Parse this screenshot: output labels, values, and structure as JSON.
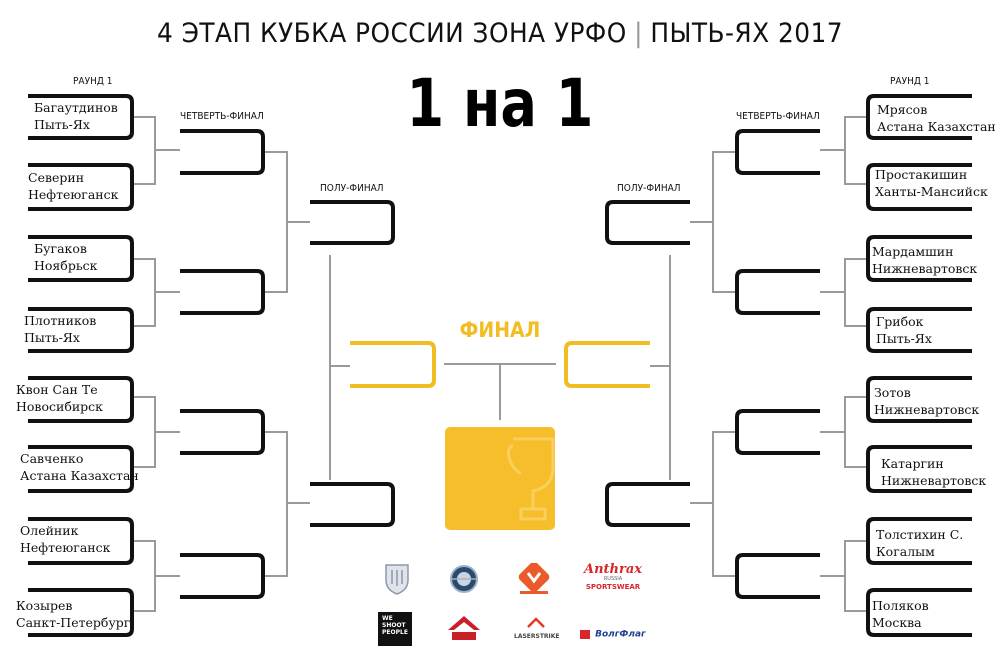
{
  "header": {
    "title_left": "4 ЭТАП КУБКА РОССИИ ЗОНА УРФО",
    "title_sep": "|",
    "title_right": "ПЫТЬ-ЯХ 2017",
    "format": "1 на 1"
  },
  "rounds": {
    "round1_left": "РАУНД 1",
    "round1_right": "РАУНД 1",
    "quarter_left": "ЧЕТВЕРТЬ-ФИНАЛ",
    "quarter_right": "ЧЕТВЕРТЬ-ФИНАЛ",
    "semi_left": "ПОЛУ-ФИНАЛ",
    "semi_right": "ПОЛУ-ФИНАЛ",
    "final": "ФИНАЛ"
  },
  "left_players": [
    {
      "name": "Багаутдинов",
      "city": "Пыть-Ях"
    },
    {
      "name": "Северин",
      "city": "Нефтеюганск"
    },
    {
      "name": "Бугаков",
      "city": "Ноябрьск"
    },
    {
      "name": "Плотников",
      "city": "Пыть-Ях"
    },
    {
      "name": "Квон Сан Те",
      "city": "Новосибирск"
    },
    {
      "name": "Савченко",
      "city": "Астана Казахстан"
    },
    {
      "name": "Олейник",
      "city": "Нефтеюганск"
    },
    {
      "name": "Козырев",
      "city": "Санкт-Петербург"
    }
  ],
  "right_players": [
    {
      "name": "Мрясов",
      "city": "Астана Казахстан"
    },
    {
      "name": "Простакишин",
      "city": "Ханты-Мансийск"
    },
    {
      "name": "Мардамшин",
      "city": "Нижневартовск"
    },
    {
      "name": "Грибок",
      "city": "Пыть-Ях"
    },
    {
      "name": "Зотов",
      "city": "Нижневартовск"
    },
    {
      "name": "Катаргин",
      "city": "Нижневартовск"
    },
    {
      "name": "Толстихин С.",
      "city": "Когалым"
    },
    {
      "name": "Поляков",
      "city": "Москва"
    }
  ],
  "sponsors": {
    "anthrax_top": "Anthrax",
    "anthrax_mid": "RUSSIA",
    "anthrax_bottom": "SPORTSWEAR",
    "shoot_1": "WE",
    "shoot_2": "SHOOT",
    "shoot_3": "PEOPLE",
    "laser": "LASERSTRIKE",
    "flag": "ВолгФлаг"
  },
  "colors": {
    "bracket": "#111111",
    "connector": "#9a9a9a",
    "final": "#f2bd22",
    "trophy": "#f7be2c"
  }
}
